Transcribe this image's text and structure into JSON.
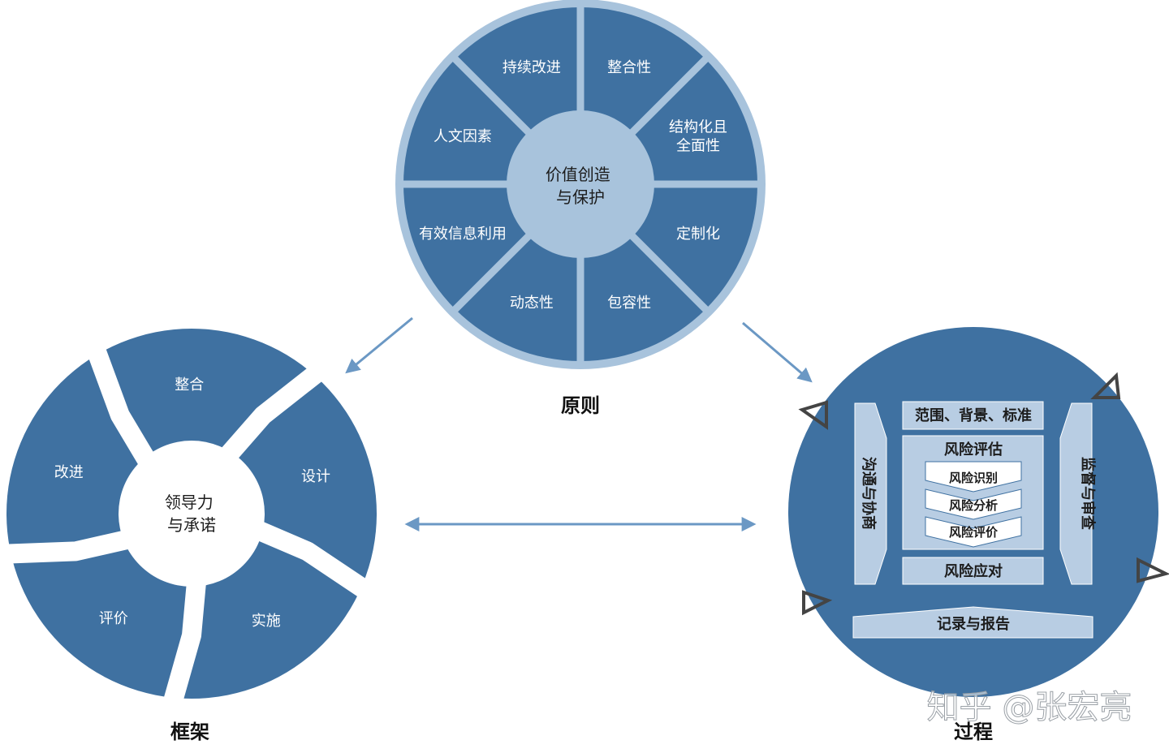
{
  "principles": {
    "center": [
      "价值创造",
      "与保护"
    ],
    "segments": [
      {
        "label": [
          "整合性"
        ]
      },
      {
        "label": [
          "结构化且",
          "全面性"
        ]
      },
      {
        "label": [
          "定制化"
        ]
      },
      {
        "label": [
          "包容性"
        ]
      },
      {
        "label": [
          "动态性"
        ]
      },
      {
        "label": [
          "有效信息利用"
        ]
      },
      {
        "label": [
          "人文因素"
        ]
      },
      {
        "label": [
          "持续改进"
        ]
      }
    ],
    "caption": "原则"
  },
  "framework": {
    "center": [
      "领导力",
      "与承诺"
    ],
    "segments": [
      "整合",
      "设计",
      "实施",
      "评价",
      "改进"
    ],
    "caption": "框架"
  },
  "process": {
    "scope": "范围、背景、标准",
    "assessment_title": "风险评估",
    "assessment_steps": [
      "风险识别",
      "风险分析",
      "风险评价"
    ],
    "treatment": "风险应对",
    "recording": "记录与报告",
    "communication": "沟通与协商",
    "monitoring": "监督与审查",
    "caption": "过程"
  },
  "watermark": "知乎 @张宏亮",
  "colors": {
    "dark_blue": "#3f71a1",
    "light_blue": "#a8c3dc",
    "box_blue": "#b8cde3",
    "arrow_blue": "#6b98c4",
    "triangle": "#444444"
  }
}
